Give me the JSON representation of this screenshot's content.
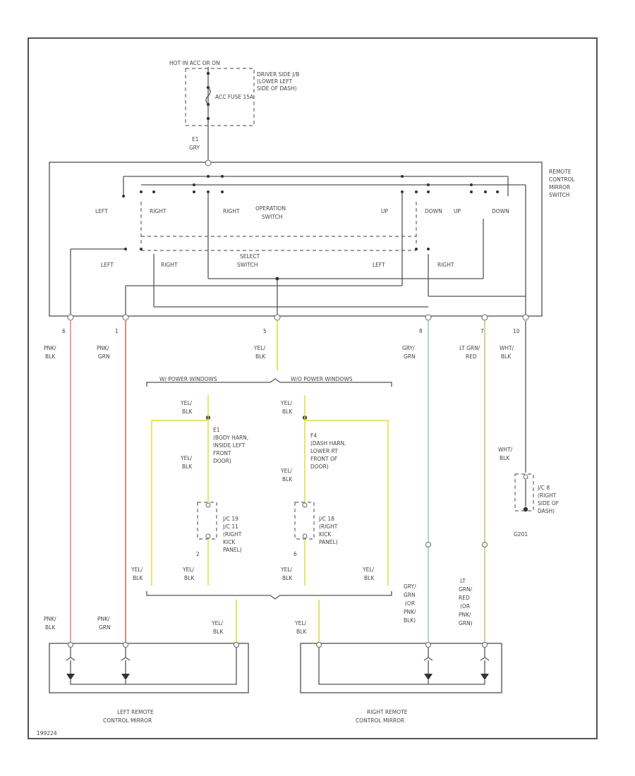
{
  "fuse_block": {
    "hot_label": "HOT IN ACC OR ON",
    "fuse_name": "ACC FUSE 15A",
    "location": [
      "DRIVER SIDE J/B",
      "(LOWER LEFT",
      "SIDE OF DASH)"
    ]
  },
  "fuse_pin": [
    "E1",
    "GRY"
  ],
  "switch": {
    "name": [
      "REMOTE",
      "CONTROL",
      "MIRROR",
      "SWITCH"
    ],
    "operation_switch": [
      "OPERATION",
      "SWITCH"
    ],
    "select_switch": [
      "SELECT",
      "SWITCH"
    ],
    "left_group": [
      "LEFT",
      "RIGHT",
      "RIGHT",
      "LEFT",
      "RIGHT"
    ],
    "right_group": [
      "UP",
      "DOWN",
      "UP",
      "DOWN",
      "LEFT",
      "RIGHT"
    ]
  },
  "pins": [
    {
      "num": "6",
      "wire": [
        "PNK/",
        "BLK"
      ]
    },
    {
      "num": "1",
      "wire": [
        "PNK/",
        "GRN"
      ]
    },
    {
      "num": "5",
      "wire": [
        "YEL/",
        "BLK"
      ]
    },
    {
      "num": "8",
      "wire": [
        "GRY/",
        "GRN"
      ]
    },
    {
      "num": "7",
      "wire": [
        "LT GRN/",
        "RED"
      ]
    },
    {
      "num": "10",
      "wire": [
        "WHT/",
        "BLK"
      ]
    }
  ],
  "options": {
    "left": "W/ POWER WINDOWS",
    "right": "W/O POWER WINDOWS"
  },
  "splices": {
    "left": {
      "label": [
        "E1",
        "(BODY HARN,",
        "INSIDE LEFT",
        "FRONT",
        "DOOR)"
      ]
    },
    "right": {
      "label": [
        "F4",
        "(DASH HARN,",
        "LOWER RT",
        "FRONT OF",
        "DOOR)"
      ]
    }
  },
  "junctions": {
    "left": {
      "label": [
        "J/C 19",
        "J/C 11",
        "(RIGHT",
        "KICK",
        "PANEL)"
      ],
      "pin": "2"
    },
    "right": {
      "label": [
        "J/C 18",
        "(RIGHT",
        "KICK",
        "PANEL)"
      ],
      "pin": "6"
    }
  },
  "wire_labels": {
    "yel_blk": [
      "YEL/",
      "BLK"
    ],
    "gry_grn_alt": [
      "GRY/",
      "GRN",
      "(OR",
      "PNK/",
      "BLK)"
    ],
    "ltgrn_alt": [
      "LT",
      "GRN/",
      "RED",
      "(OR",
      "PNK/",
      "GRN)"
    ],
    "wht_blk": [
      "WHT/",
      "BLK"
    ]
  },
  "ground": {
    "label": [
      "J/C 8",
      "(RIGHT",
      "SIDE OF",
      "DASH)"
    ],
    "name": "G201"
  },
  "mirrors": {
    "left": [
      "LEFT REMOTE",
      "CONTROL MIRROR"
    ],
    "right": [
      "RIGHT REMOTE",
      "CONTROL MIRROR"
    ]
  },
  "figure_id": "199224",
  "colors": {
    "pink": "#e48a8a",
    "red_pink": "#e07a6a",
    "yellow": "#dede3c",
    "green": "#9cd69a",
    "olive": "#c9c47a",
    "line": "#555555"
  }
}
